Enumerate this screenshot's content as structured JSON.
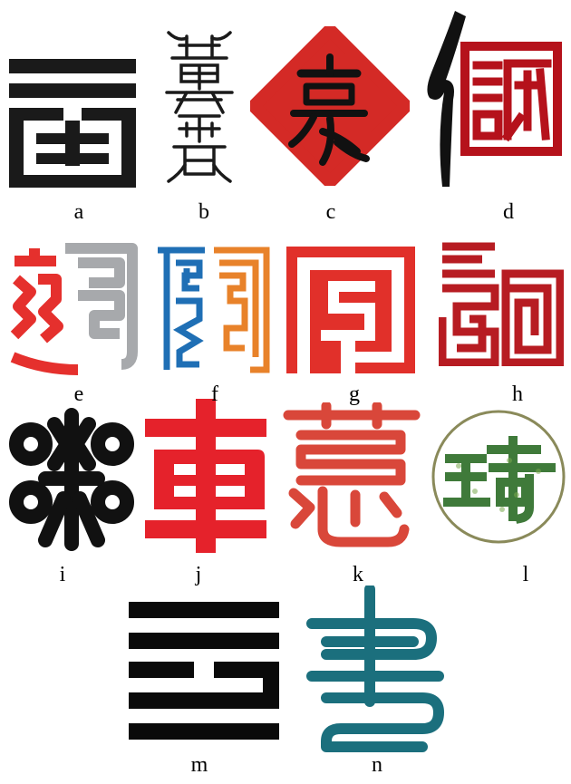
{
  "items": [
    {
      "label": "a",
      "name": "Geometric black seal glyph",
      "color": "#1a1a1a"
    },
    {
      "label": "b",
      "name": "Thin seal-script glyph",
      "color": "#1a1a1a"
    },
    {
      "label": "c",
      "name": "Red diamond brush glyph 豪",
      "color": "#d42a26",
      "char": "豪"
    },
    {
      "label": "d",
      "name": "Brush stroke and red framed 誠",
      "color": "#b5121b",
      "char": "誠"
    },
    {
      "label": "e",
      "name": "Red and grey maze glyph",
      "color": "#e5302d",
      "color2": "#a7a9ac"
    },
    {
      "label": "f",
      "name": "Blue and orange maze glyph",
      "color": "#1f6fb5",
      "color2": "#e8822a"
    },
    {
      "label": "g",
      "name": "Red square glyph",
      "color": "#e1302a"
    },
    {
      "label": "h",
      "name": "Dark red spiral glyph",
      "color": "#b71c22"
    },
    {
      "label": "i",
      "name": "Black rounded glyph",
      "color": "#111111"
    },
    {
      "label": "j",
      "name": "Red bold glyph",
      "color": "#e5222b"
    },
    {
      "label": "k",
      "name": "Red stacked glyph",
      "color": "#d9473a"
    },
    {
      "label": "l",
      "name": "Green textured circle glyph",
      "color": "#3f7a3a",
      "color2": "#8a8a5a"
    },
    {
      "label": "m",
      "name": "Black horizontal bar glyph",
      "color": "#0a0a0a"
    },
    {
      "label": "n",
      "name": "Teal flowing glyph",
      "color": "#1b6f7d"
    }
  ]
}
